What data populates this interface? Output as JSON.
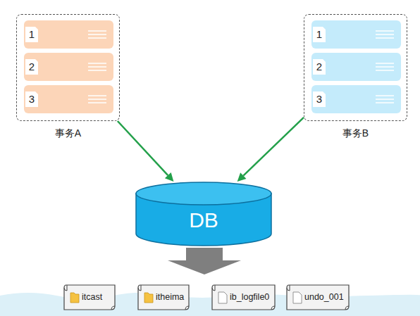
{
  "diagram": {
    "nodes": [
      {
        "text": [
          "事务A"
        ]
      },
      {
        "text": [
          "1"
        ],
        "in": 0
      },
      {
        "text": [
          "2"
        ],
        "in": 0
      },
      {
        "text": [
          "3"
        ],
        "in": 0
      },
      {
        "text": [
          "事务B"
        ]
      },
      {
        "text": [
          "1"
        ],
        "in": 4
      },
      {
        "text": [
          "2"
        ],
        "in": 4
      },
      {
        "text": [
          "3"
        ],
        "in": 4
      },
      {
        "text": [
          "DB"
        ]
      },
      {
        "text": [
          "itcast"
        ]
      },
      {
        "text": [
          "itheima"
        ]
      },
      {
        "text": [
          "ib_logfile0"
        ]
      },
      {
        "text": [
          "undo_001"
        ]
      }
    ],
    "edges": [
      {
        "from": 0,
        "to": 8,
        "arrow": "to"
      },
      {
        "from": 4,
        "to": 8,
        "arrow": "to"
      }
    ]
  }
}
